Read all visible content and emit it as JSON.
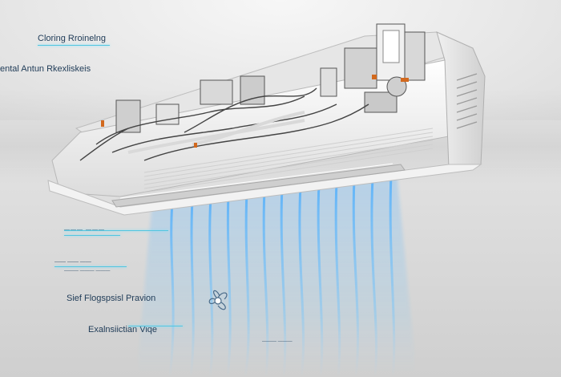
{
  "labels": {
    "top_1": "Cloring Rroinelng",
    "top_2": "ental Antun Rkexliskeis",
    "mid_1": "——— ———",
    "mid_2": "—— —— ——",
    "mid_3": "——— ——— ———",
    "mid_4": "Sief Flogspsisl Pravion",
    "bottom_1": "Exalnsiictian Viqe",
    "bottom_center": "——— ———"
  },
  "colors": {
    "airflow": "#55b6ff",
    "leader_line": "#53c6e0",
    "unit_body": "#f4f4f4",
    "label_text": "#1f3b57"
  },
  "icons": [
    "fan-rotor-icon"
  ]
}
